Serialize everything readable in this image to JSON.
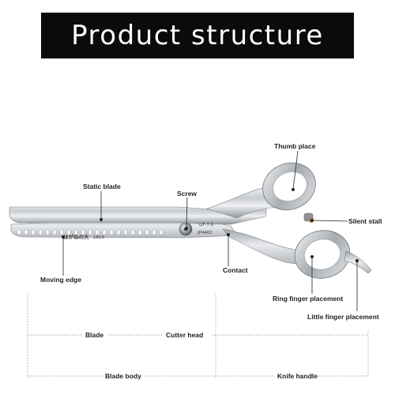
{
  "header": {
    "title": "Product structure"
  },
  "engraving": {
    "brand_text": "はがねの大",
    "year": "1819",
    "model": "GF-7.0",
    "steel": "JP440C"
  },
  "callouts": {
    "thumb_place": "Thumb place",
    "static_blade": "Static blade",
    "screw": "Screw",
    "silent_stall": "Silent stall",
    "contact": "Contact",
    "moving_edge": "Moving edge",
    "ring_finger": "Ring finger placement",
    "little_finger": "Little finger placement"
  },
  "dimensions": {
    "blade": "Blade",
    "cutter_head": "Cutter head",
    "blade_body": "Blade body",
    "knife_handle": "Knife handle"
  },
  "colors": {
    "title_bg": "#0b0b0b",
    "steel_light": "#eceef0",
    "steel_dark": "#8c9196",
    "silent_stall_accent": "#b8862e"
  }
}
